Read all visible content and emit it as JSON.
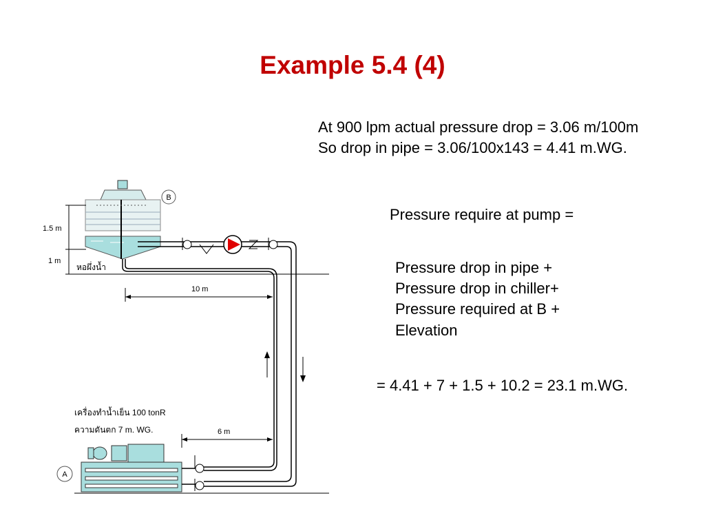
{
  "slide": {
    "title": "Example 5.4 (4)",
    "calc_line1": "At 900 lpm actual pressure drop = 3.06 m/100m",
    "calc_line2": "So drop in pipe = 3.06/100x143 = 4.41 m.WG.",
    "pressure_require": "Pressure require at pump =",
    "terms": [
      "Pressure drop in pipe +",
      "Pressure drop in chiller+",
      "Pressure required at B +",
      "Elevation"
    ],
    "result": "= 4.41 + 7 + 1.5 + 10.2 = 23.1 m.WG."
  },
  "diagram": {
    "label_b": "B",
    "label_a": "A",
    "dim_tower_height": "1.5 m",
    "dim_basin": "1 m",
    "cooling_tower_label": "หอผึ่งน้ำ",
    "dim_horizontal_top": "10 m",
    "dim_horizontal_bottom": "6 m",
    "chiller_label_1": "เครื่องทำน้ำเย็น 100 tonR",
    "chiller_label_2": "ความดันตก 7 m. WG."
  },
  "colors": {
    "title": "#c00000",
    "tower_fill": "#d6ecec",
    "tower_water": "#a9dede",
    "chiller_fill": "#a9dede",
    "pump": "#e00000"
  }
}
